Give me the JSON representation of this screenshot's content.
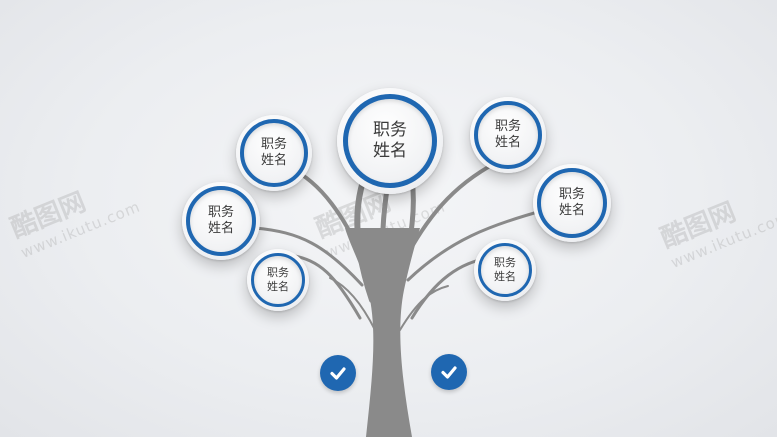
{
  "colors": {
    "accent": "#1f67b1",
    "trunk": "#8a8a8a",
    "text": "#3b3b3b"
  },
  "watermark": {
    "brand": "酷图网",
    "url": "www.ikutu.com"
  },
  "nodes": [
    {
      "title": "职务",
      "name": "姓名"
    },
    {
      "title": "职务",
      "name": "姓名"
    },
    {
      "title": "职务",
      "name": "姓名"
    },
    {
      "title": "职务",
      "name": "姓名"
    },
    {
      "title": "职务",
      "name": "姓名"
    },
    {
      "title": "职务",
      "name": "姓名"
    },
    {
      "title": "职务",
      "name": "姓名"
    }
  ],
  "icons": [
    "check-icon",
    "check-icon"
  ]
}
